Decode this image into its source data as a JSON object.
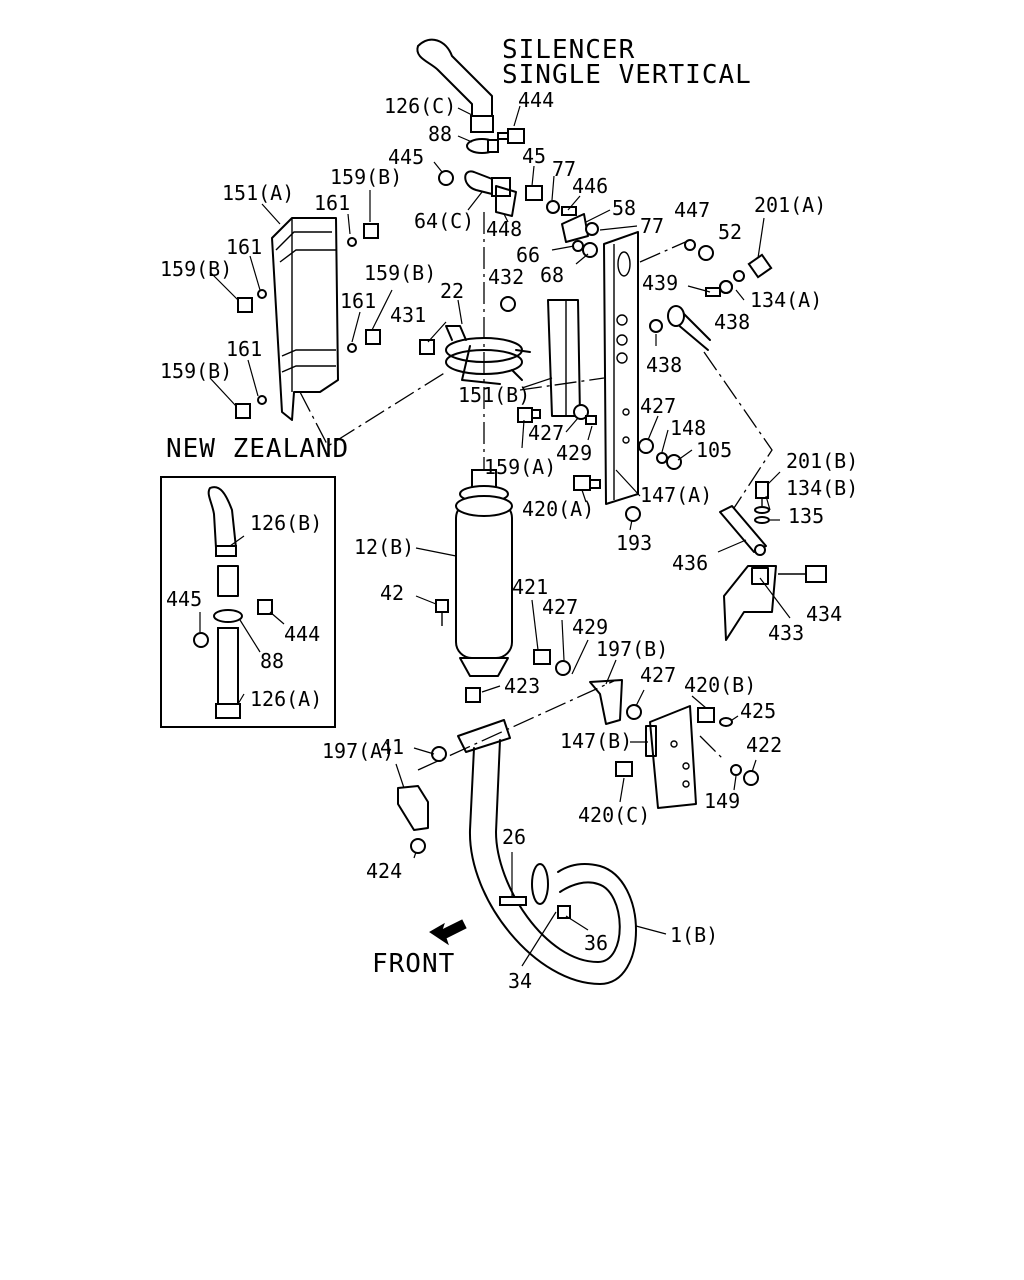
{
  "title": {
    "line1": "SILENCER",
    "line2": "SINGLE VERTICAL"
  },
  "new_zealand_label": "NEW ZEALAND",
  "front_label": "FRONT",
  "callouts": {
    "c126C": "126(C)",
    "c444a": "444",
    "c88a": "88",
    "c445a": "445",
    "c64C": "64(C)",
    "c45": "45",
    "c77a": "77",
    "c446": "446",
    "c58": "58",
    "c77b": "77",
    "c448": "448",
    "c66": "66",
    "c68": "68",
    "c447": "447",
    "c52": "52",
    "c201A": "201(A)",
    "c151A": "151(A)",
    "c159Ba": "159(B)",
    "c161a": "161",
    "c161b": "161",
    "c159Bb": "159(B)",
    "c159Bc": "159(B)",
    "c161c": "161",
    "c159Bd": "159(B)",
    "c161d": "161",
    "c22": "22",
    "c432": "432",
    "c431": "431",
    "c439": "439",
    "c438a": "438",
    "c134A": "134(A)",
    "c438b": "438",
    "c151B": "151(B)",
    "c427a": "427",
    "c148": "148",
    "c427b": "427",
    "c429a": "429",
    "c105": "105",
    "c159A": "159(A)",
    "c201B": "201(B)",
    "c420A": "420(A)",
    "c147A": "147(A)",
    "c134B": "134(B)",
    "c135": "135",
    "c193": "193",
    "c436": "436",
    "c434": "434",
    "c433": "433",
    "c126B": "126(B)",
    "c12B": "12(B)",
    "c445b": "445",
    "c444b": "444",
    "c88b": "88",
    "c126A": "126(A)",
    "c42": "42",
    "c421": "421",
    "c427c": "427",
    "c429b": "429",
    "c197B": "197(B)",
    "c427d": "427",
    "c423": "423",
    "c420B": "420(B)",
    "c425": "425",
    "c41": "41",
    "c147B": "147(B)",
    "c422": "422",
    "c197A": "197(A)",
    "c149": "149",
    "c420C": "420(C)",
    "c424": "424",
    "c26": "26",
    "c36": "36",
    "c1B": "1(B)",
    "c34": "34"
  }
}
